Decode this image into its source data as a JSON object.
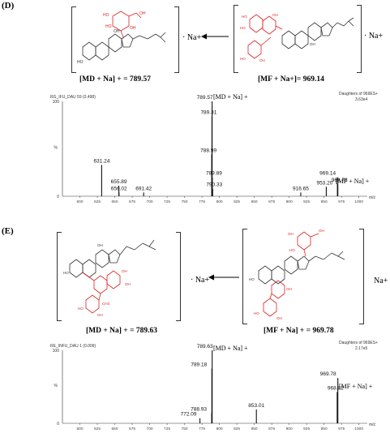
{
  "panels": [
    {
      "label": "(D)",
      "left_ion": "· Na+",
      "right_ion": "· Na+",
      "left_formula": "[MD + Na] + = 789.57",
      "right_formula": "[MF + Na+]= 969.14",
      "spectrum_header_left": "RG_IFU_DAU 59 (0.498)",
      "spectrum_header_right": "Daughters of 969ES+",
      "spectrum_scale": "3.63e4",
      "y_top_label": "100",
      "y_mid_label": "%",
      "y_bottom_label": "0",
      "x_unit": "m/z",
      "md_annotation": "[MD + Na] +",
      "mf_annotation": "[MF + Na] +"
    },
    {
      "label": "(E)",
      "left_ion": "· Na+",
      "right_ion": "Na+",
      "left_formula": "[MD + Na] + = 789.63",
      "right_formula": "[MF + Na] + = 969.78",
      "spectrum_header_left": "RE_INFU_DAU 1 (0.009)",
      "spectrum_header_right": "Daughters of 969ES+",
      "spectrum_scale": "2.17e5",
      "y_top_label": "100",
      "y_mid_label": "%",
      "y_bottom_label": "0",
      "x_unit": "m/z",
      "md_annotation": "[MD + Na] +",
      "mf_annotation": "[MF + Na] +"
    }
  ],
  "chart_data": [
    {
      "type": "bar",
      "title": "",
      "xlabel": "m/z",
      "ylabel": "%",
      "xlim": [
        575,
        1012
      ],
      "ylim": [
        0,
        100
      ],
      "x_ticks": [
        600,
        625,
        650,
        675,
        700,
        725,
        750,
        775,
        800,
        825,
        850,
        875,
        900,
        925,
        950,
        975,
        1000
      ],
      "peaks": [
        {
          "mz": 631.24,
          "intensity": 33,
          "label": "631.24"
        },
        {
          "mz": 655.89,
          "intensity": 11,
          "label": "655.89"
        },
        {
          "mz": 656.02,
          "intensity": 4,
          "label": "656.02"
        },
        {
          "mz": 691.42,
          "intensity": 4,
          "label": "691.42"
        },
        {
          "mz": 788.99,
          "intensity": 44,
          "label": "788.99"
        },
        {
          "mz": 789.31,
          "intensity": 84,
          "label": "789.31"
        },
        {
          "mz": 789.57,
          "intensity": 100,
          "label": "789.57"
        },
        {
          "mz": 789.89,
          "intensity": 20,
          "label": "789.89"
        },
        {
          "mz": 790.33,
          "intensity": 8,
          "label": "790.33"
        },
        {
          "mz": 916.65,
          "intensity": 4,
          "label": "916.65"
        },
        {
          "mz": 953.2,
          "intensity": 10,
          "label": "953.20"
        },
        {
          "mz": 969.14,
          "intensity": 20,
          "label": "969.14"
        },
        {
          "mz": 969.78,
          "intensity": 13,
          "label": "969.78"
        }
      ]
    },
    {
      "type": "bar",
      "title": "",
      "xlabel": "m/z",
      "ylabel": "%",
      "xlim": [
        575,
        1012
      ],
      "ylim": [
        0,
        100
      ],
      "x_ticks": [
        600,
        625,
        650,
        675,
        700,
        725,
        750,
        775,
        800,
        825,
        850,
        875,
        900,
        925,
        950,
        975,
        1000
      ],
      "peaks": [
        {
          "mz": 772.09,
          "intensity": 7,
          "label": "772.09"
        },
        {
          "mz": 788.93,
          "intensity": 14,
          "label": "788.93"
        },
        {
          "mz": 789.18,
          "intensity": 75,
          "label": "789.18"
        },
        {
          "mz": 789.63,
          "intensity": 100,
          "label": "789.63"
        },
        {
          "mz": 853.01,
          "intensity": 19,
          "label": "853.01"
        },
        {
          "mz": 968.82,
          "intensity": 43,
          "label": "968.82"
        },
        {
          "mz": 969.78,
          "intensity": 62,
          "label": "969.78"
        }
      ]
    }
  ]
}
